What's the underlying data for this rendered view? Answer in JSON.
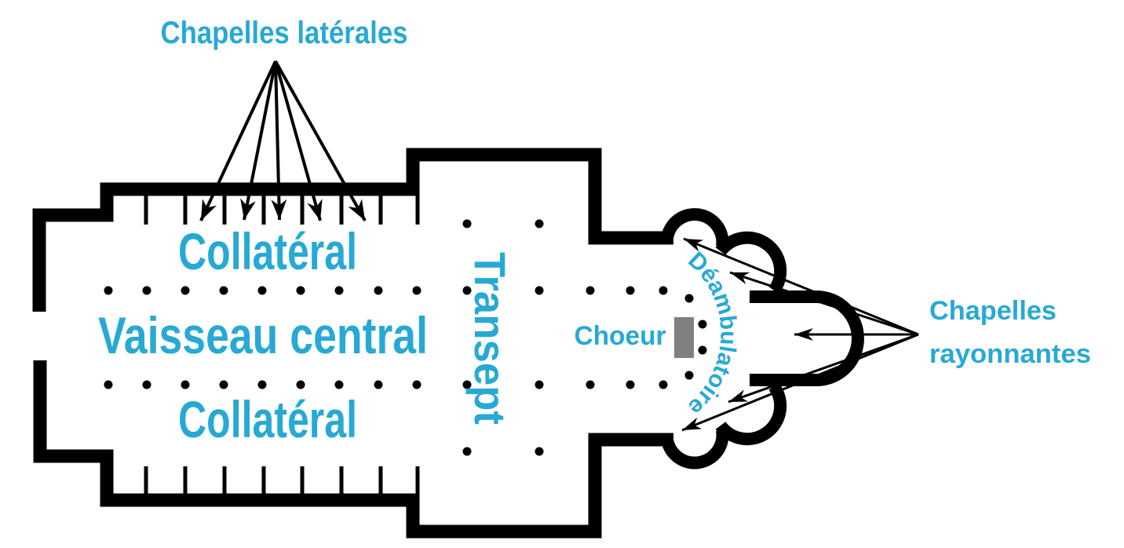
{
  "title": "Plan d'une cathédrale gothique",
  "colors": {
    "label": "#27a9d4",
    "wall": "#000000",
    "altar": "#808080",
    "background": "#ffffff"
  },
  "labels": {
    "chapelles_laterales": "Chapelles latérales",
    "collateral_north": "Collatéral",
    "vaisseau_central": "Vaisseau central",
    "collateral_south": "Collatéral",
    "transept": "Transept",
    "choeur": "Choeur",
    "deambulatoire": "Déambulatoire",
    "chapelles_rayonnantes_line1": "Chapelles",
    "chapelles_rayonnantes_line2": "rayonnantes"
  },
  "counts": {
    "lateral_chapel_arrows": 5,
    "radiating_chapel_arrows": 5,
    "nave_piers_per_row": 9
  }
}
